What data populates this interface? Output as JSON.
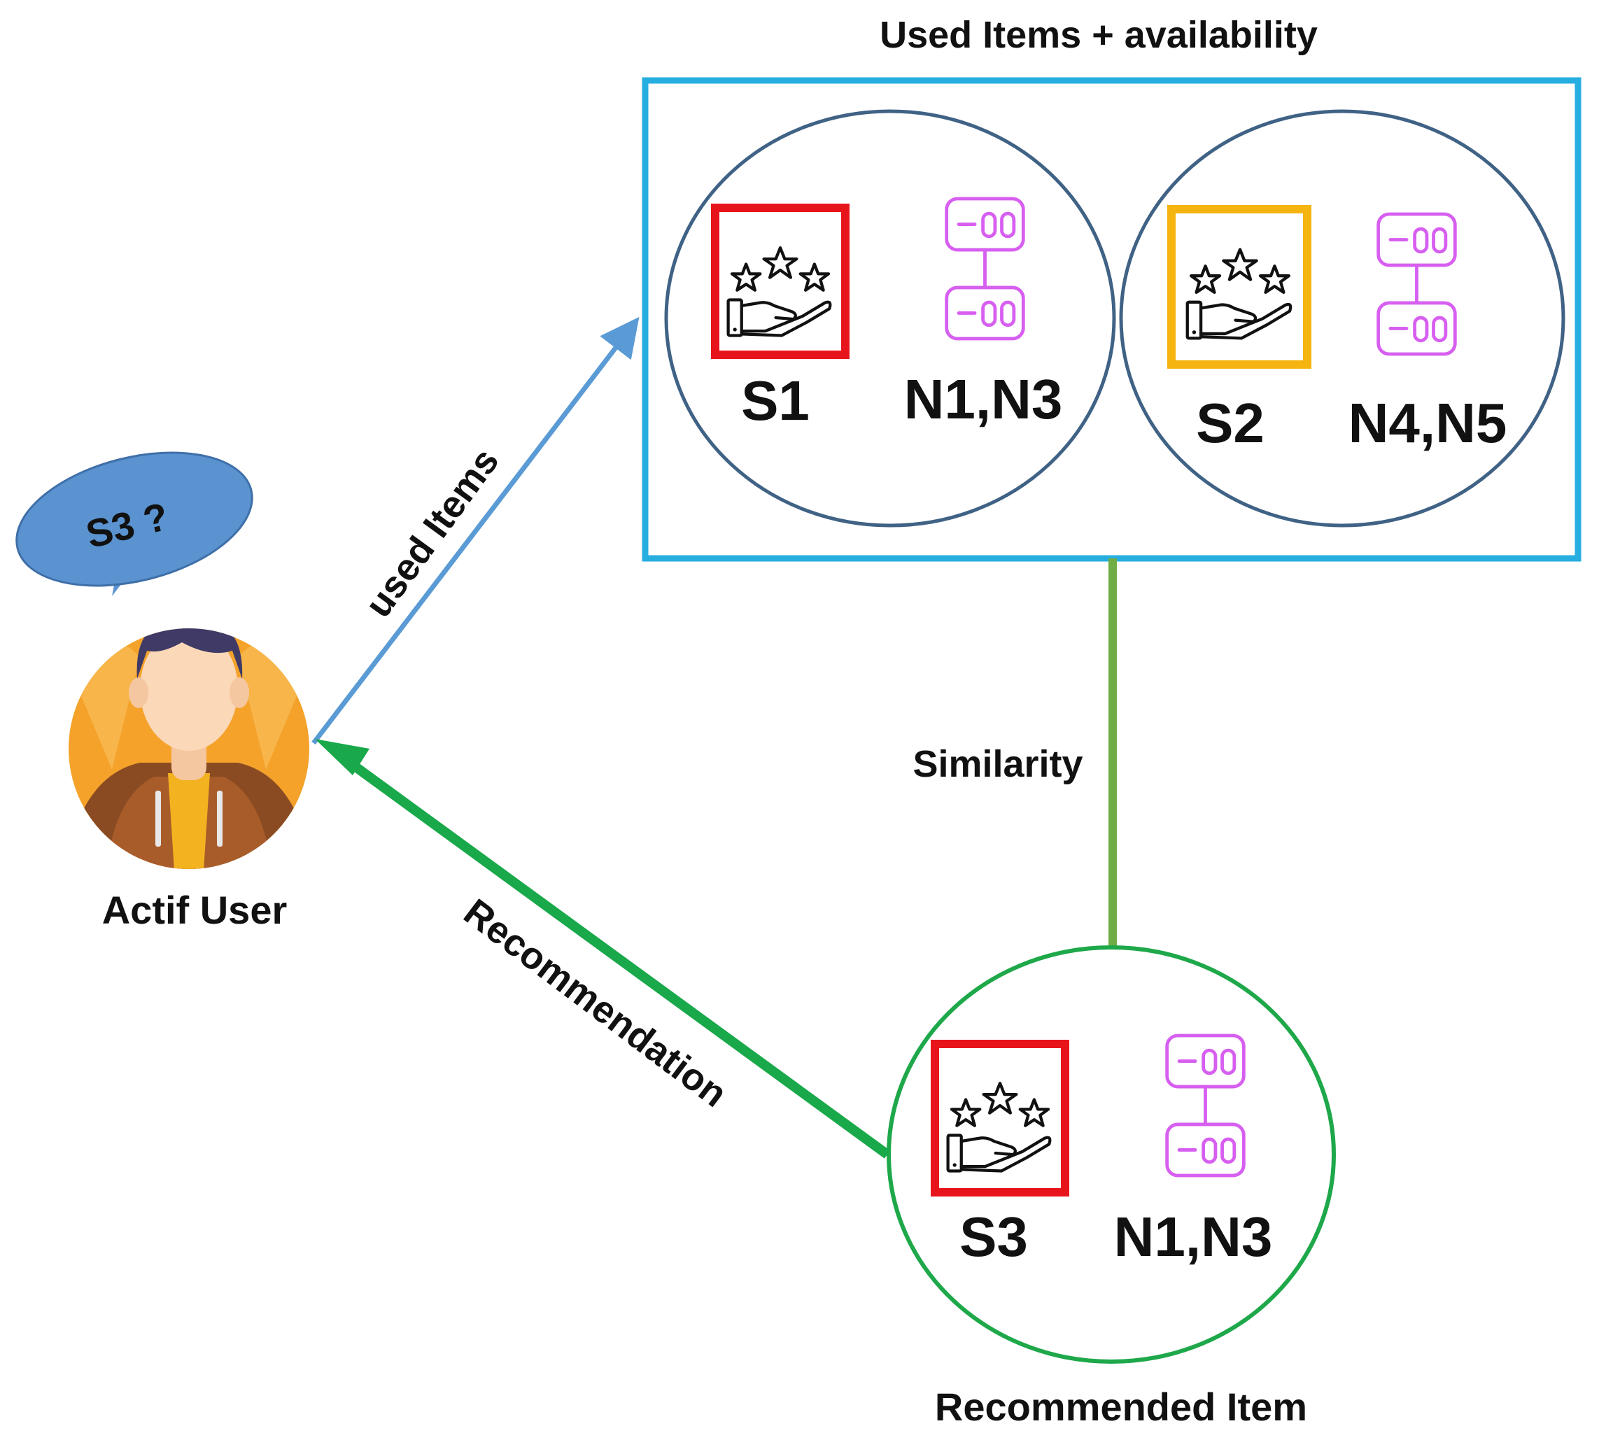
{
  "titles": {
    "used_items_box": "Used Items + availability",
    "recommended_item": "Recommended Item"
  },
  "user": {
    "label": "Actif User",
    "speech_bubble": "S3 ?"
  },
  "edges": {
    "used_items": "used Items",
    "similarity": "Similarity",
    "recommendation": "Recommendation"
  },
  "items": {
    "s1": {
      "service": "S1",
      "nodes": "N1,N3",
      "frame_color": "#e8141c"
    },
    "s2": {
      "service": "S2",
      "nodes": "N4,N5",
      "frame_color": "#f5b40f"
    },
    "s3": {
      "service": "S3",
      "nodes": "N1,N3",
      "frame_color": "#e8141c"
    }
  },
  "colors": {
    "box_border": "#27aee0",
    "circle_border": "#3f6285",
    "recommended_circle": "#1ea84a",
    "arrow_used": "#5a9bd5",
    "arrow_recommendation": "#19a84a",
    "similarity_line": "#70ad47",
    "bubble_fill": "#5a93d0",
    "server_icon": "#d75ff0"
  },
  "icons": {
    "service": "rating-hand-icon",
    "node": "server-icon",
    "user": "user-avatar-icon"
  }
}
